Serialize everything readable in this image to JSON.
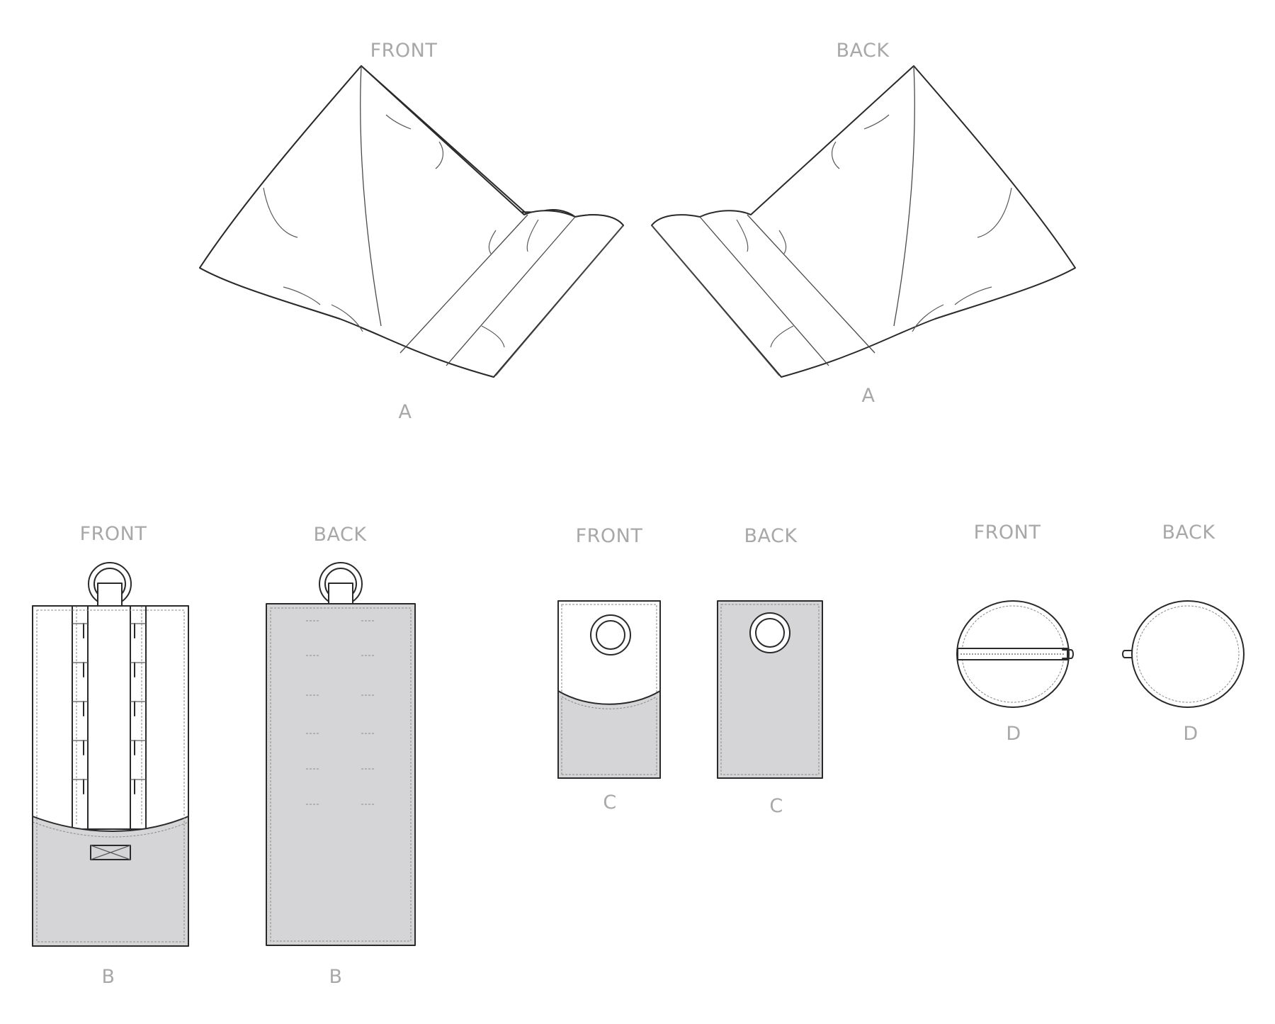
{
  "labels": {
    "a_front_title": "FRONT",
    "a_back_title": "BACK",
    "a_front_letter": "A",
    "a_back_letter": "A",
    "b_front_title": "FRONT",
    "b_back_title": "BACK",
    "b_front_letter": "B",
    "b_back_letter": "B",
    "c_front_title": "FRONT",
    "c_back_title": "BACK",
    "c_front_letter": "C",
    "c_back_letter": "C",
    "d_front_title": "FRONT",
    "d_back_title": "BACK",
    "d_front_letter": "D",
    "d_back_letter": "D"
  },
  "colors": {
    "label_grey": "#a8a8a8",
    "outline": "#2a2a2a",
    "fill_grey": "#d5d5d7"
  }
}
